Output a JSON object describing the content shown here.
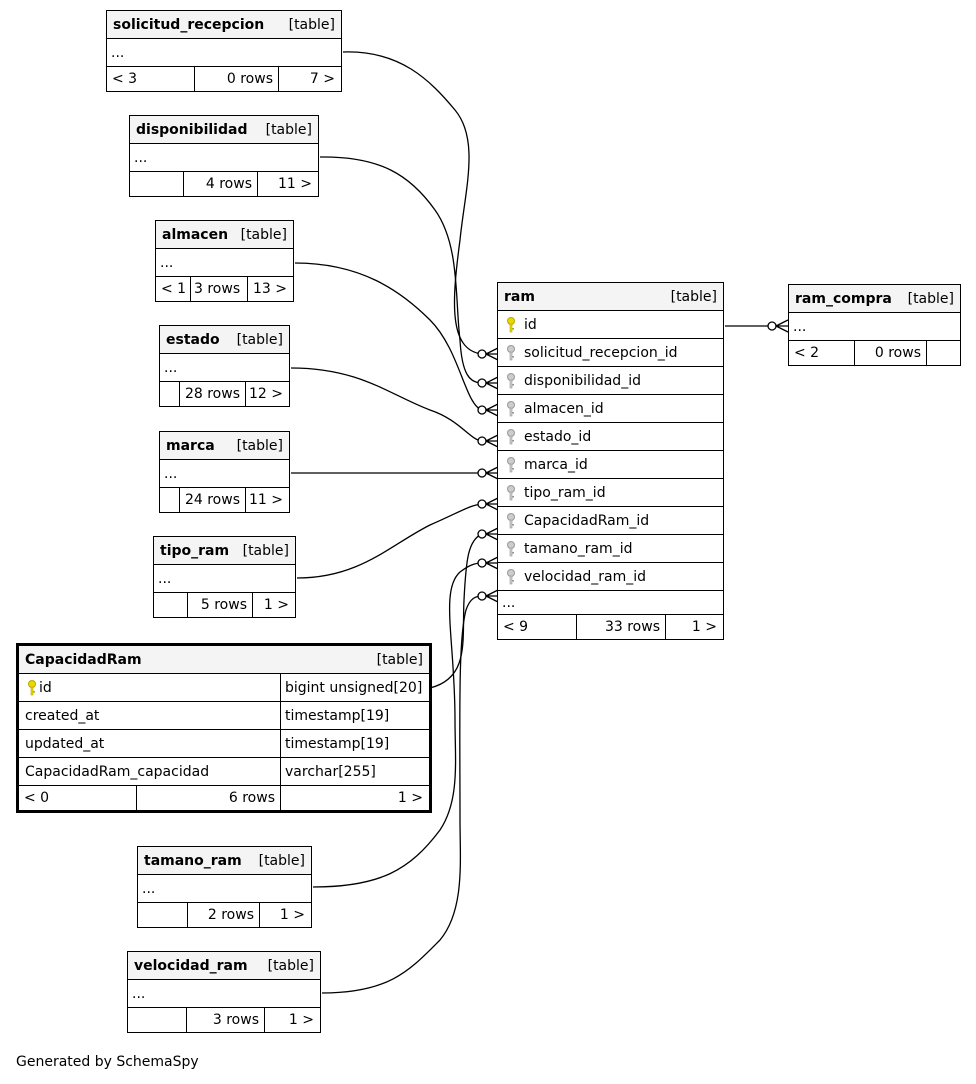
{
  "tables": {
    "solicitud_recepcion": {
      "name": "solicitud_recepcion",
      "type": "[table]",
      "cols": "...",
      "prev": "< 3",
      "rows": "0 rows",
      "next": "7 >"
    },
    "disponibilidad": {
      "name": "disponibilidad",
      "type": "[table]",
      "cols": "...",
      "prev": "",
      "rows": "4 rows",
      "next": "11 >"
    },
    "almacen": {
      "name": "almacen",
      "type": "[table]",
      "cols": "...",
      "prev": "< 1",
      "rows": "3 rows",
      "next": "13 >"
    },
    "estado": {
      "name": "estado",
      "type": "[table]",
      "cols": "...",
      "prev": "",
      "rows": "28 rows",
      "next": "12 >"
    },
    "marca": {
      "name": "marca",
      "type": "[table]",
      "cols": "...",
      "prev": "",
      "rows": "24 rows",
      "next": "11 >"
    },
    "tipo_ram": {
      "name": "tipo_ram",
      "type": "[table]",
      "cols": "...",
      "prev": "",
      "rows": "5 rows",
      "next": "1 >"
    },
    "tamano_ram": {
      "name": "tamano_ram",
      "type": "[table]",
      "cols": "...",
      "prev": "",
      "rows": "2 rows",
      "next": "1 >"
    },
    "velocidad_ram": {
      "name": "velocidad_ram",
      "type": "[table]",
      "cols": "...",
      "prev": "",
      "rows": "3 rows",
      "next": "1 >"
    },
    "ram_compra": {
      "name": "ram_compra",
      "type": "[table]",
      "cols": "...",
      "prev": "< 2",
      "rows": "0 rows",
      "next": ""
    },
    "ram": {
      "name": "ram",
      "type": "[table]",
      "columns": [
        "id",
        "solicitud_recepcion_id",
        "disponibilidad_id",
        "almacen_id",
        "estado_id",
        "marca_id",
        "tipo_ram_id",
        "CapacidadRam_id",
        "tamano_ram_id",
        "velocidad_ram_id"
      ],
      "more": "...",
      "prev": "< 9",
      "rows": "33 rows",
      "next": "1 >"
    },
    "CapacidadRam": {
      "name": "CapacidadRam",
      "type": "[table]",
      "columns": [
        {
          "name": "id",
          "type": "bigint unsigned[20]"
        },
        {
          "name": "created_at",
          "type": "timestamp[19]"
        },
        {
          "name": "updated_at",
          "type": "timestamp[19]"
        },
        {
          "name": "CapacidadRam_capacidad",
          "type": "varchar[255]"
        }
      ],
      "prev": "< 0",
      "rows": "6 rows",
      "next": "1 >"
    }
  },
  "colors": {
    "primary_key": "#e8d800",
    "foreign_key": "#aaaaaa",
    "header_bg": "#f4f4f4"
  },
  "footer": "Generated by SchemaSpy"
}
